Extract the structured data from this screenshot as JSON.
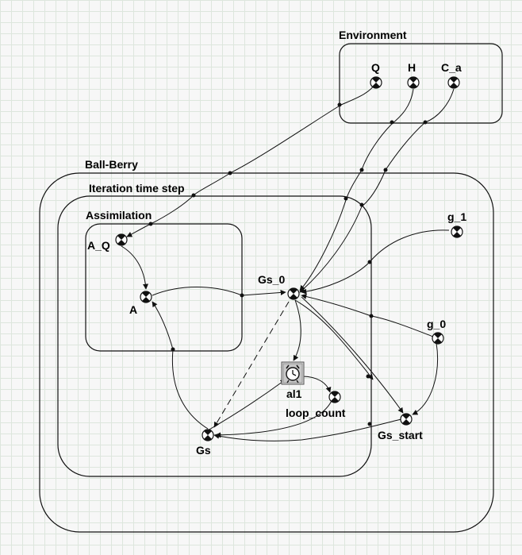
{
  "containers": {
    "environment": "Environment",
    "ball_berry": "Ball-Berry",
    "iteration": "Iteration time step",
    "assimilation": "Assimilation"
  },
  "nodes": {
    "Q": "Q",
    "H": "H",
    "C_a": "C_a",
    "A_Q": "A_Q",
    "A": "A",
    "Gs_0": "Gs_0",
    "g_1": "g_1",
    "g_0": "g_0",
    "al1": "al1",
    "loop_count": "loop_count",
    "Gs": "Gs",
    "Gs_start": "Gs_start"
  },
  "icons": {
    "variable": "crossed-circle-icon",
    "alarm": "alarm-clock-icon"
  },
  "colors": {
    "grid": "#dde6dd",
    "background": "#f7f7f7",
    "stroke": "#111111"
  }
}
